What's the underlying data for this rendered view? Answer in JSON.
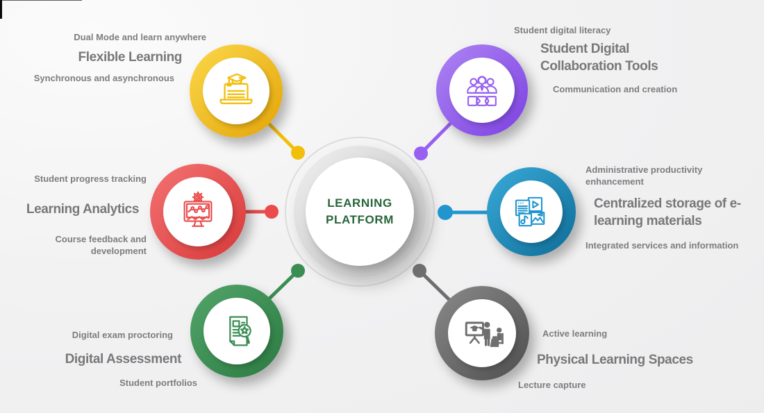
{
  "center": {
    "line1": "LEARNING",
    "line2": "PLATFORM",
    "color": "#27663A"
  },
  "sections": [
    {
      "id": "flexible-learning",
      "title": "Flexible Learning",
      "note_top": "Dual Mode and learn anywhere",
      "note_bottom": "Synchronous and asynchronous",
      "icon": "laptop-graduation-icon",
      "color": "#F2BE0C",
      "color_light": "#FBD84A",
      "color_dark": "#E4A408"
    },
    {
      "id": "learning-analytics",
      "title": "Learning Analytics",
      "note_top": "Student progress tracking",
      "note_bottom": "Course feedback and development",
      "icon": "analytics-monitor-icon",
      "color": "#EA4B4B",
      "color_light": "#F47373",
      "color_dark": "#D83838"
    },
    {
      "id": "digital-assessment",
      "title": "Digital Assessment",
      "note_top": "Digital exam proctoring",
      "note_bottom": "Student portfolios",
      "icon": "document-search-icon",
      "color": "#3A8E53",
      "color_light": "#52A56A",
      "color_dark": "#2B7A41"
    },
    {
      "id": "student-digital-collaboration-tools",
      "title": "Student Digital Collaboration Tools",
      "note_top": "Student digital literacy",
      "note_bottom": "Communication and creation",
      "icon": "team-puzzle-icon",
      "color": "#9760F0",
      "color_light": "#AE85F4",
      "color_dark": "#7C40E2"
    },
    {
      "id": "centralized-storage",
      "title": "Centralized storage of e-learning materials",
      "note_top": "Administrative productivity enhancement",
      "note_bottom": "Integrated services and information",
      "icon": "media-library-icon",
      "color": "#2095CE",
      "color_light": "#3AAAD9",
      "color_dark": "#0E6C97"
    },
    {
      "id": "physical-learning-spaces",
      "title": "Physical Learning Spaces",
      "note_top": "Active learning",
      "note_bottom": "Lecture capture",
      "icon": "classroom-presentation-icon",
      "color": "#6E6E6E",
      "color_light": "#8A8A8A",
      "color_dark": "#4E4E4E"
    }
  ]
}
